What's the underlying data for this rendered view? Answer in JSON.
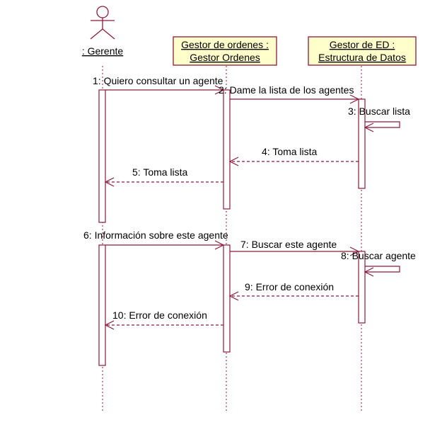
{
  "colors": {
    "line": "#8b1a3a",
    "box_fill": "#ffffcc",
    "text": "#000000"
  },
  "actor": {
    "label": ": Gerente",
    "icon": "stick-figure-icon"
  },
  "objects": [
    {
      "line1": "Gestor de ordenes :",
      "line2": "Gestor Ordenes"
    },
    {
      "line1": "Gestor de ED :",
      "line2": "Estructura de Datos"
    }
  ],
  "messages": [
    {
      "number": 1,
      "label": "1: Quiero consultar un agente",
      "kind": "call"
    },
    {
      "number": 2,
      "label": "2: Dame la lista de los agentes",
      "kind": "call"
    },
    {
      "number": 3,
      "label": "3: Buscar lista",
      "kind": "self"
    },
    {
      "number": 4,
      "label": "4: Toma lista",
      "kind": "return"
    },
    {
      "number": 5,
      "label": "5: Toma lista",
      "kind": "return"
    },
    {
      "number": 6,
      "label": "6: Información sobre este agente",
      "kind": "call"
    },
    {
      "number": 7,
      "label": "7: Buscar este agente",
      "kind": "call"
    },
    {
      "number": 8,
      "label": "8: Buscar agente",
      "kind": "self"
    },
    {
      "number": 9,
      "label": "9: Error de conexión",
      "kind": "return"
    },
    {
      "number": 10,
      "label": "10: Error de conexión",
      "kind": "return"
    }
  ]
}
